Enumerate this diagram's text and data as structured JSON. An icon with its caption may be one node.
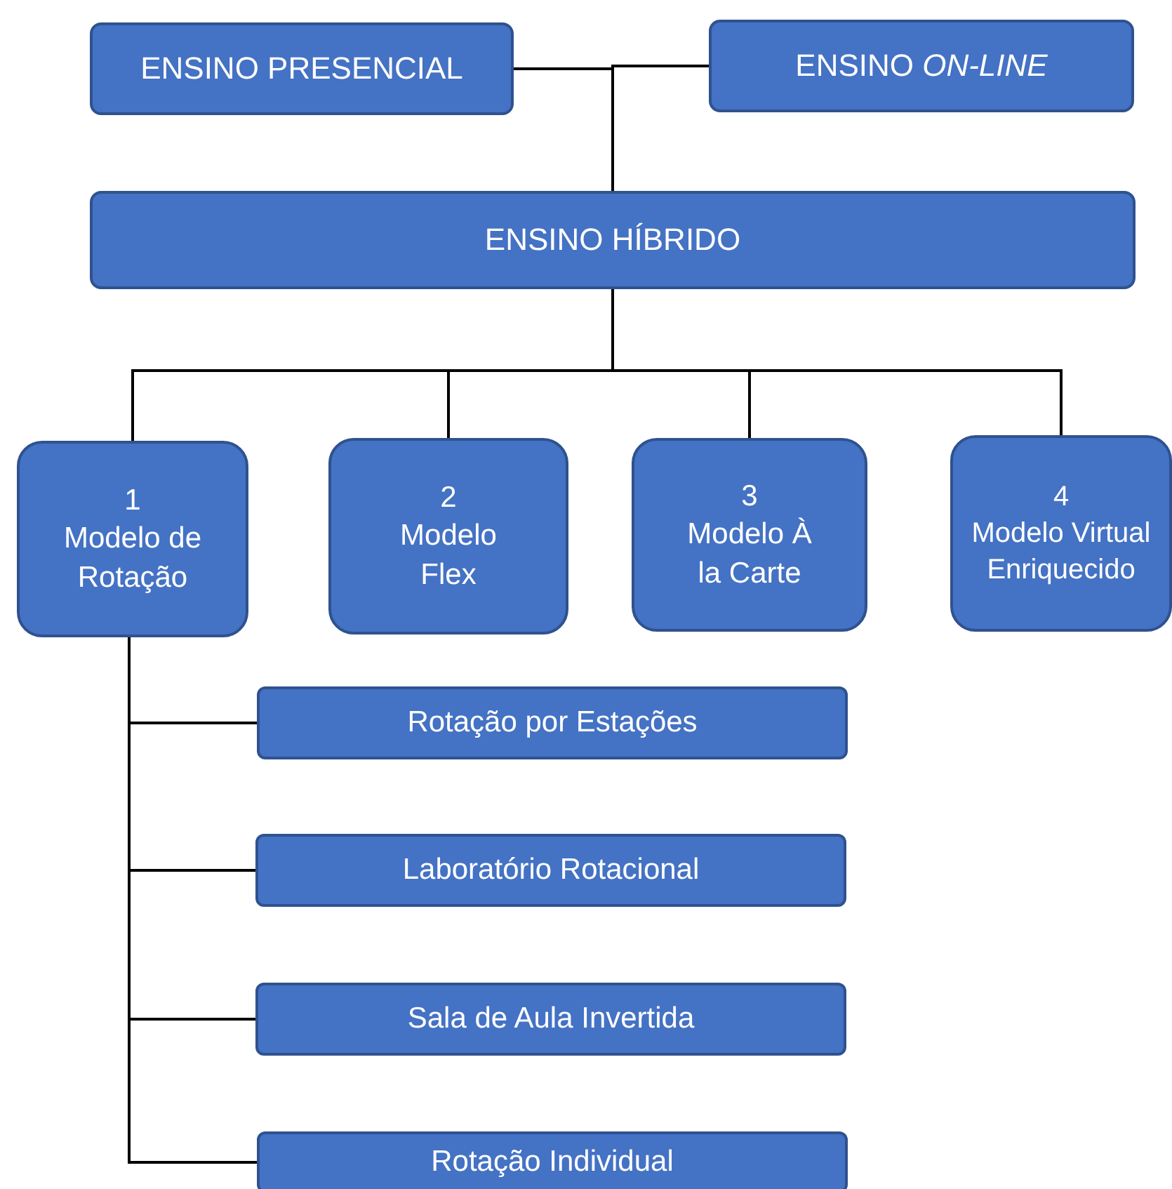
{
  "diagram": {
    "nodes": [
      {
        "text": [
          "ENSINO PRESENCIAL"
        ]
      },
      {
        "text": [
          "ENSINO *ON-LINE*"
        ]
      },
      {
        "text": [
          "ENSINO HÍBRIDO"
        ]
      },
      {
        "text": [
          "1",
          "Modelo de Rotação"
        ]
      },
      {
        "text": [
          "2",
          "Modelo Flex"
        ]
      },
      {
        "text": [
          "3",
          "Modelo À la Carte"
        ]
      },
      {
        "text": [
          "4",
          "Modelo Virtual Enriquecido"
        ]
      },
      {
        "text": [
          "Rotação por Estações"
        ]
      },
      {
        "text": [
          "Laboratório Rotacional"
        ]
      },
      {
        "text": [
          "Sala de Aula Invertida"
        ]
      },
      {
        "text": [
          "Rotação Individual"
        ]
      }
    ],
    "edges": [
      {
        "from": 0,
        "to": 2,
        "arrow": "none"
      },
      {
        "from": 1,
        "to": 2,
        "arrow": "none"
      },
      {
        "from": 2,
        "to": 3,
        "arrow": "none"
      },
      {
        "from": 2,
        "to": 4,
        "arrow": "none"
      },
      {
        "from": 2,
        "to": 5,
        "arrow": "none"
      },
      {
        "from": 2,
        "to": 6,
        "arrow": "none"
      },
      {
        "from": 3,
        "to": 7,
        "arrow": "none"
      },
      {
        "from": 3,
        "to": 8,
        "arrow": "none"
      },
      {
        "from": 3,
        "to": 9,
        "arrow": "none"
      },
      {
        "from": 3,
        "to": 10,
        "arrow": "none"
      }
    ]
  }
}
